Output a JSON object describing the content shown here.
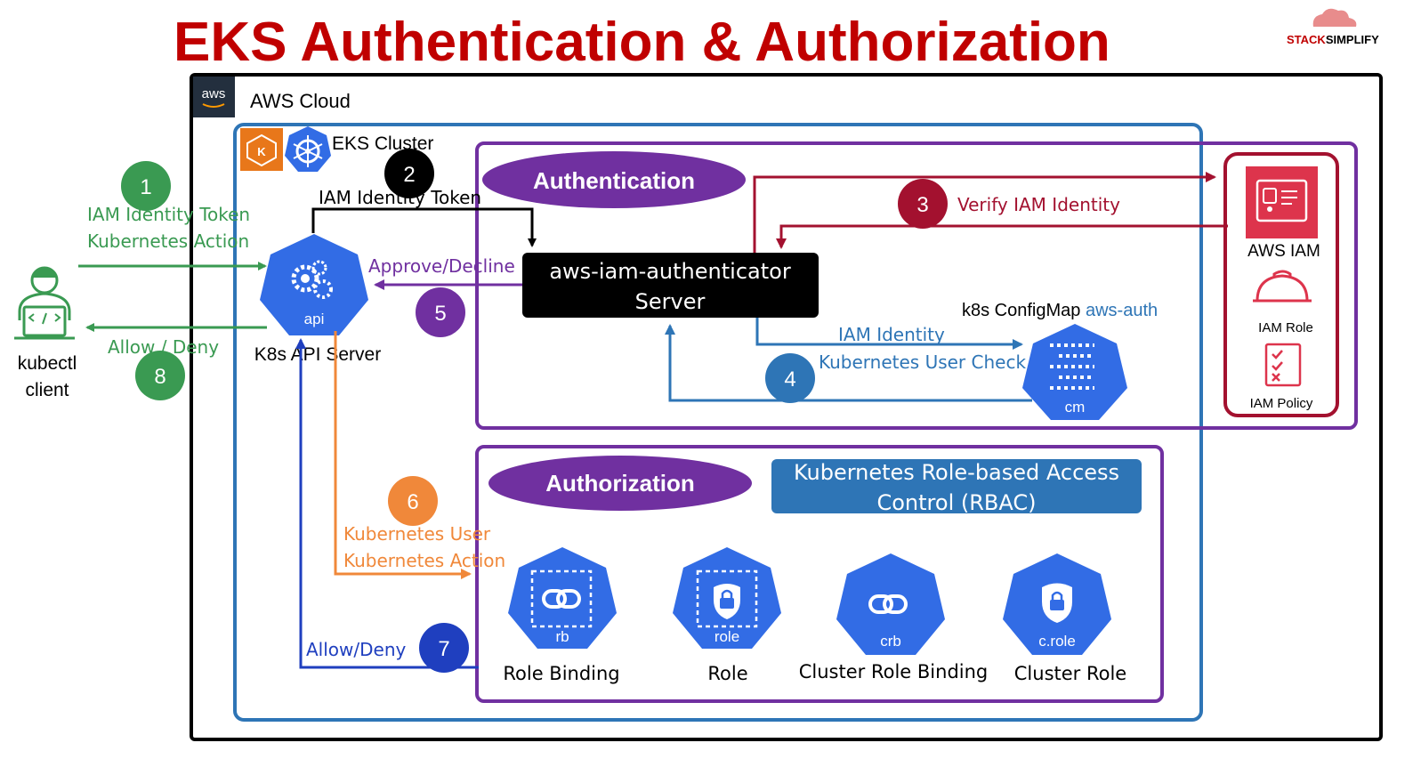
{
  "title": "EKS Authentication & Authorization",
  "brand": {
    "prefix": "STACK",
    "suffix": "SIMPLIFY"
  },
  "aws": {
    "badge": "aws",
    "label": "AWS Cloud"
  },
  "cluster": {
    "label": "EKS Cluster"
  },
  "sections": {
    "authentication": "Authentication",
    "authorization": "Authorization"
  },
  "rbac": {
    "line1": "Kubernetes Role-based Access",
    "line2": "Control (RBAC)"
  },
  "client": {
    "line1": "kubectl",
    "line2": "client"
  },
  "api_server": {
    "label": "K8s API Server",
    "icon_text": "api"
  },
  "authenticator": {
    "line1": "aws-iam-authenticator",
    "line2": "Server"
  },
  "configmap": {
    "label": "k8s ConfigMap",
    "name": "aws-auth",
    "icon_text": "cm"
  },
  "iam": {
    "aws_iam": "AWS IAM",
    "iam_role": "IAM Role",
    "iam_policy": "IAM Policy"
  },
  "steps": [
    {
      "num": "1",
      "lines": [
        "IAM Identity Token",
        "Kubernetes Action"
      ]
    },
    {
      "num": "2",
      "lines": [
        "IAM Identity Token"
      ]
    },
    {
      "num": "3",
      "lines": [
        "Verify IAM Identity"
      ]
    },
    {
      "num": "4",
      "lines": [
        "IAM Identity",
        "Kubernetes User Check"
      ]
    },
    {
      "num": "5",
      "lines": [
        "Approve/Decline"
      ]
    },
    {
      "num": "6",
      "lines": [
        "Kubernetes User",
        "Kubernetes Action"
      ]
    },
    {
      "num": "7",
      "lines": [
        "Allow/Deny"
      ]
    },
    {
      "num": "8",
      "lines": [
        "Allow / Deny"
      ]
    }
  ],
  "rbac_objects": [
    {
      "icon_text": "rb",
      "label": "Role Binding",
      "kind": "link-icon"
    },
    {
      "icon_text": "role",
      "label": "Role",
      "kind": "lock-icon"
    },
    {
      "icon_text": "crb",
      "label": "Cluster Role Binding",
      "kind": "link-icon"
    },
    {
      "icon_text": "c.role",
      "label": "Cluster Role",
      "kind": "shield-icon"
    }
  ],
  "colors": {
    "title": "#c00000",
    "green": "#3a9a52",
    "black": "#000000",
    "crimson": "#a3112f",
    "blue": "#2e75b6",
    "purple": "#7030a0",
    "orange": "#f0883a",
    "navy": "#1f3fbf",
    "k8s": "#326ce5",
    "aws_orange": "#e8771a",
    "iam_red": "#dd344c"
  }
}
